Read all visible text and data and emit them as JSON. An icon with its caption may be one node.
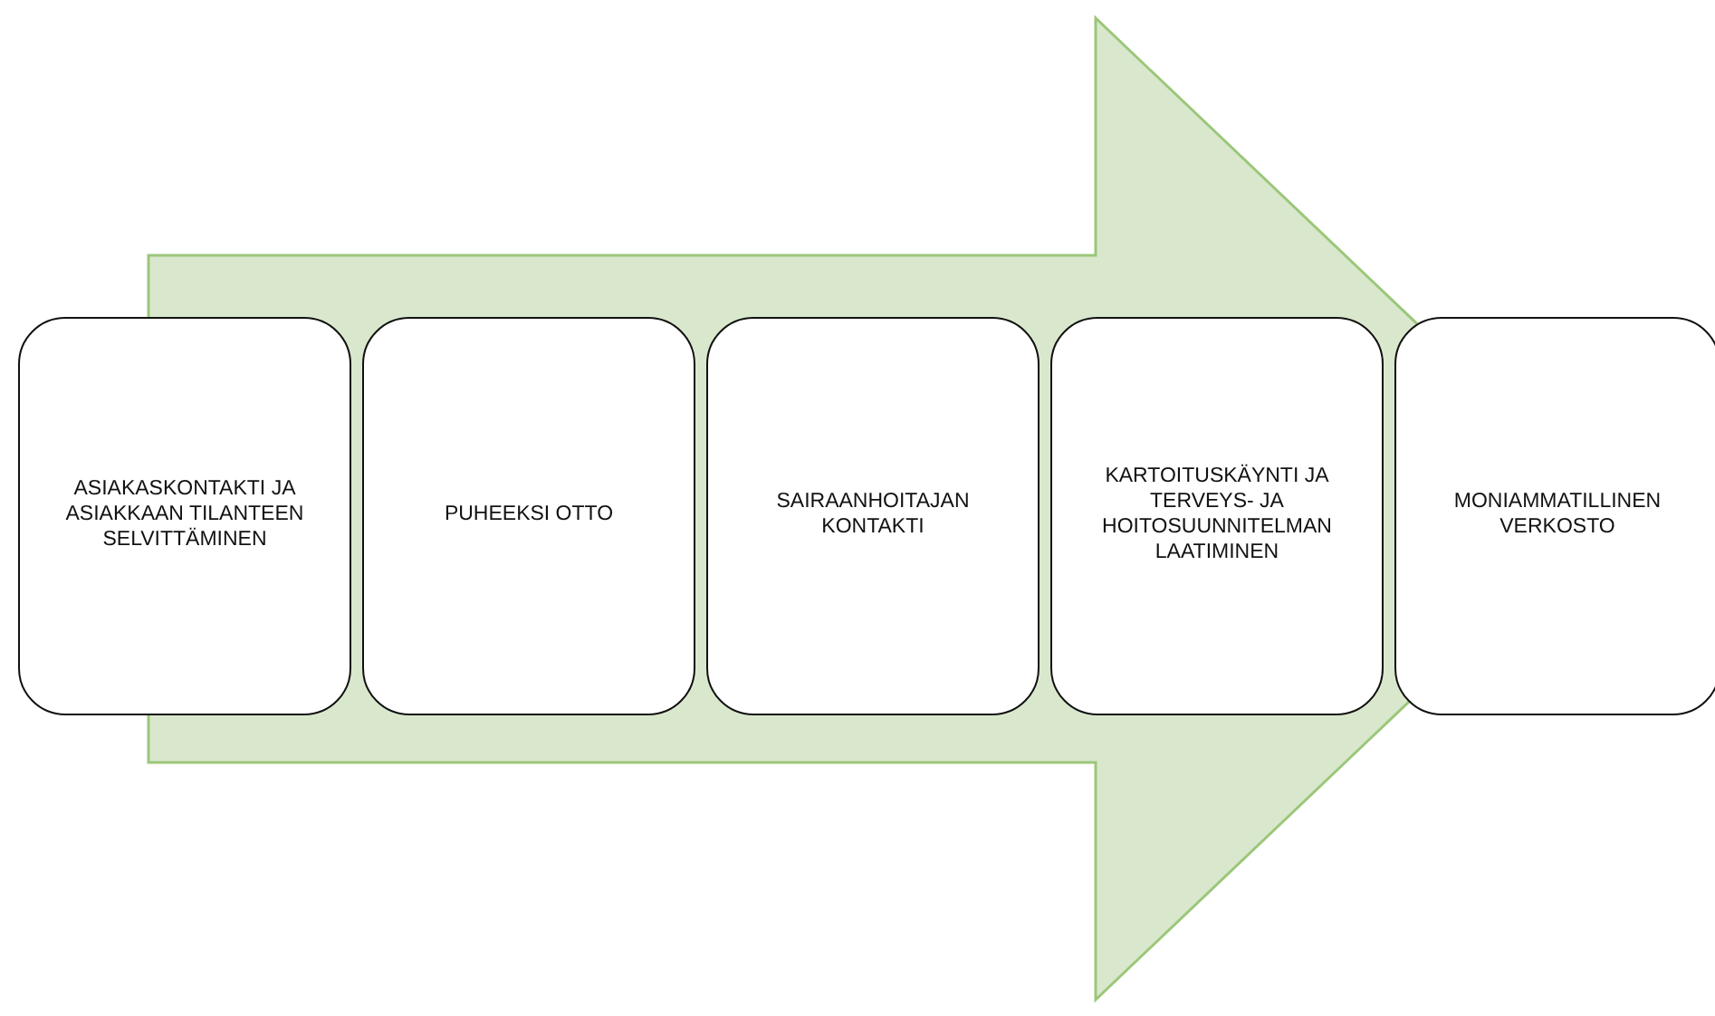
{
  "diagram": {
    "nodes": [
      {
        "text": [
          "ASIAKASKONTAKTI JA ASIAKKAAN TILANTEEN SELVITTÄMINEN"
        ]
      },
      {
        "text": [
          "PUHEEKSI OTTO"
        ]
      },
      {
        "text": [
          "SAIRAANHOITAJAN KONTAKTI"
        ]
      },
      {
        "text": [
          "KARTOITUSKÄYNTI JA TERVEYS- JA HOITOSUUNNITELMAN LAATIMINEN"
        ]
      },
      {
        "text": [
          "MONIAMMATILLINEN VERKOSTO"
        ]
      }
    ],
    "edges": [
      {
        "from": 0,
        "to": 4,
        "arrow": "to"
      }
    ]
  }
}
